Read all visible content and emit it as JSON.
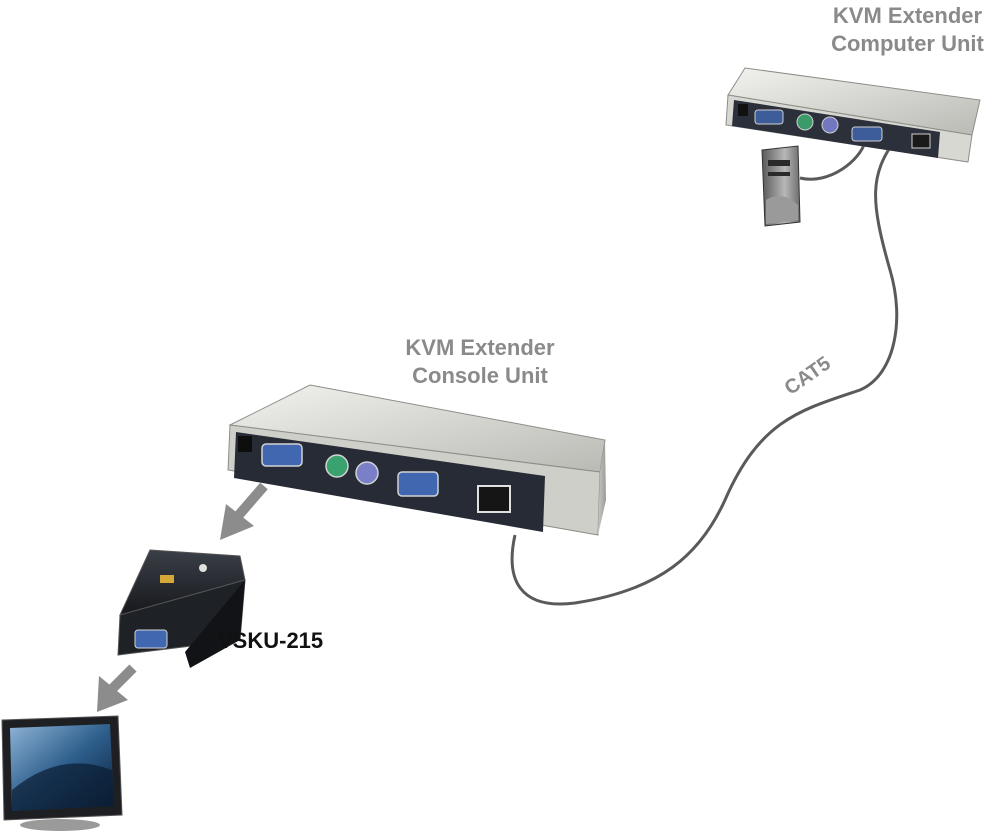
{
  "labels": {
    "computer_unit": [
      "KVM Extender",
      "Computer Unit"
    ],
    "console_unit": [
      "KVM Extender",
      "Console Unit"
    ],
    "cable": "CAT5",
    "adapter": "VSKU-215"
  },
  "colors": {
    "label_grey": "#8a8a8a",
    "label_black": "#111111",
    "cable": "#555555",
    "arrow": "#8c8c8c",
    "unit_top": "#d6d6d0",
    "unit_face": "#2a2f3a"
  },
  "icons": [
    "monitor-icon",
    "computer-tower-icon",
    "vga-port-icon",
    "ps2-port-icon",
    "rj45-port-icon",
    "power-jack-icon",
    "down-arrow-icon"
  ]
}
